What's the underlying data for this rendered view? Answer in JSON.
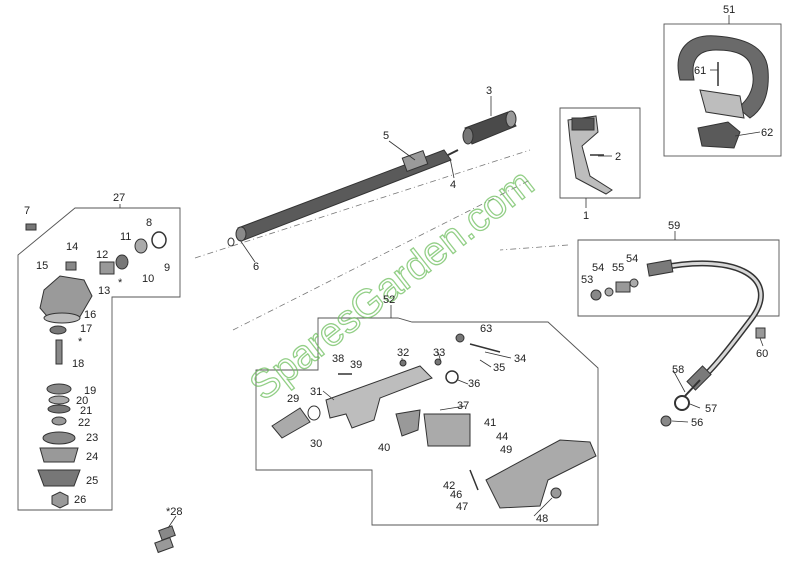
{
  "watermark": "SparesGarden.com",
  "colors": {
    "watermark": "#6fbf5f",
    "line": "#333333",
    "part_fill_dark": "#4a4a4a",
    "part_fill_light": "#bdbdbd"
  },
  "labels": {
    "p1": "1",
    "p2": "2",
    "p3": "3",
    "p4": "4",
    "p5": "5",
    "p6": "6",
    "p7": "7",
    "p8": "8",
    "p9": "9",
    "p10": "10",
    "p11": "11",
    "p12": "12",
    "p13": "13",
    "p14": "14",
    "p15": "15",
    "p16": "16",
    "p17": "17",
    "p18": "18",
    "p19": "19",
    "p20": "20",
    "p21": "21",
    "p22": "22",
    "p23": "23",
    "p24": "24",
    "p25": "25",
    "p26": "26",
    "p27": "27",
    "p28": "*28",
    "p29": "29",
    "p30": "30",
    "p31": "31",
    "p32": "32",
    "p33": "33",
    "p34": "34",
    "p35": "35",
    "p36": "36",
    "p37": "37",
    "p38": "38",
    "p39": "39",
    "p40": "40",
    "p41": "41",
    "p42": "42",
    "p44": "44",
    "p46": "46",
    "p47": "47",
    "p48": "48",
    "p49": "49",
    "p51": "51",
    "p52": "52",
    "p53": "53",
    "p54a": "54",
    "p54b": "54",
    "p55": "55",
    "p56": "56",
    "p57": "57",
    "p58": "58",
    "p59": "59",
    "p60": "60",
    "p61": "61",
    "p62": "62",
    "p63": "63",
    "star_gear": "*",
    "star_17": "*"
  }
}
